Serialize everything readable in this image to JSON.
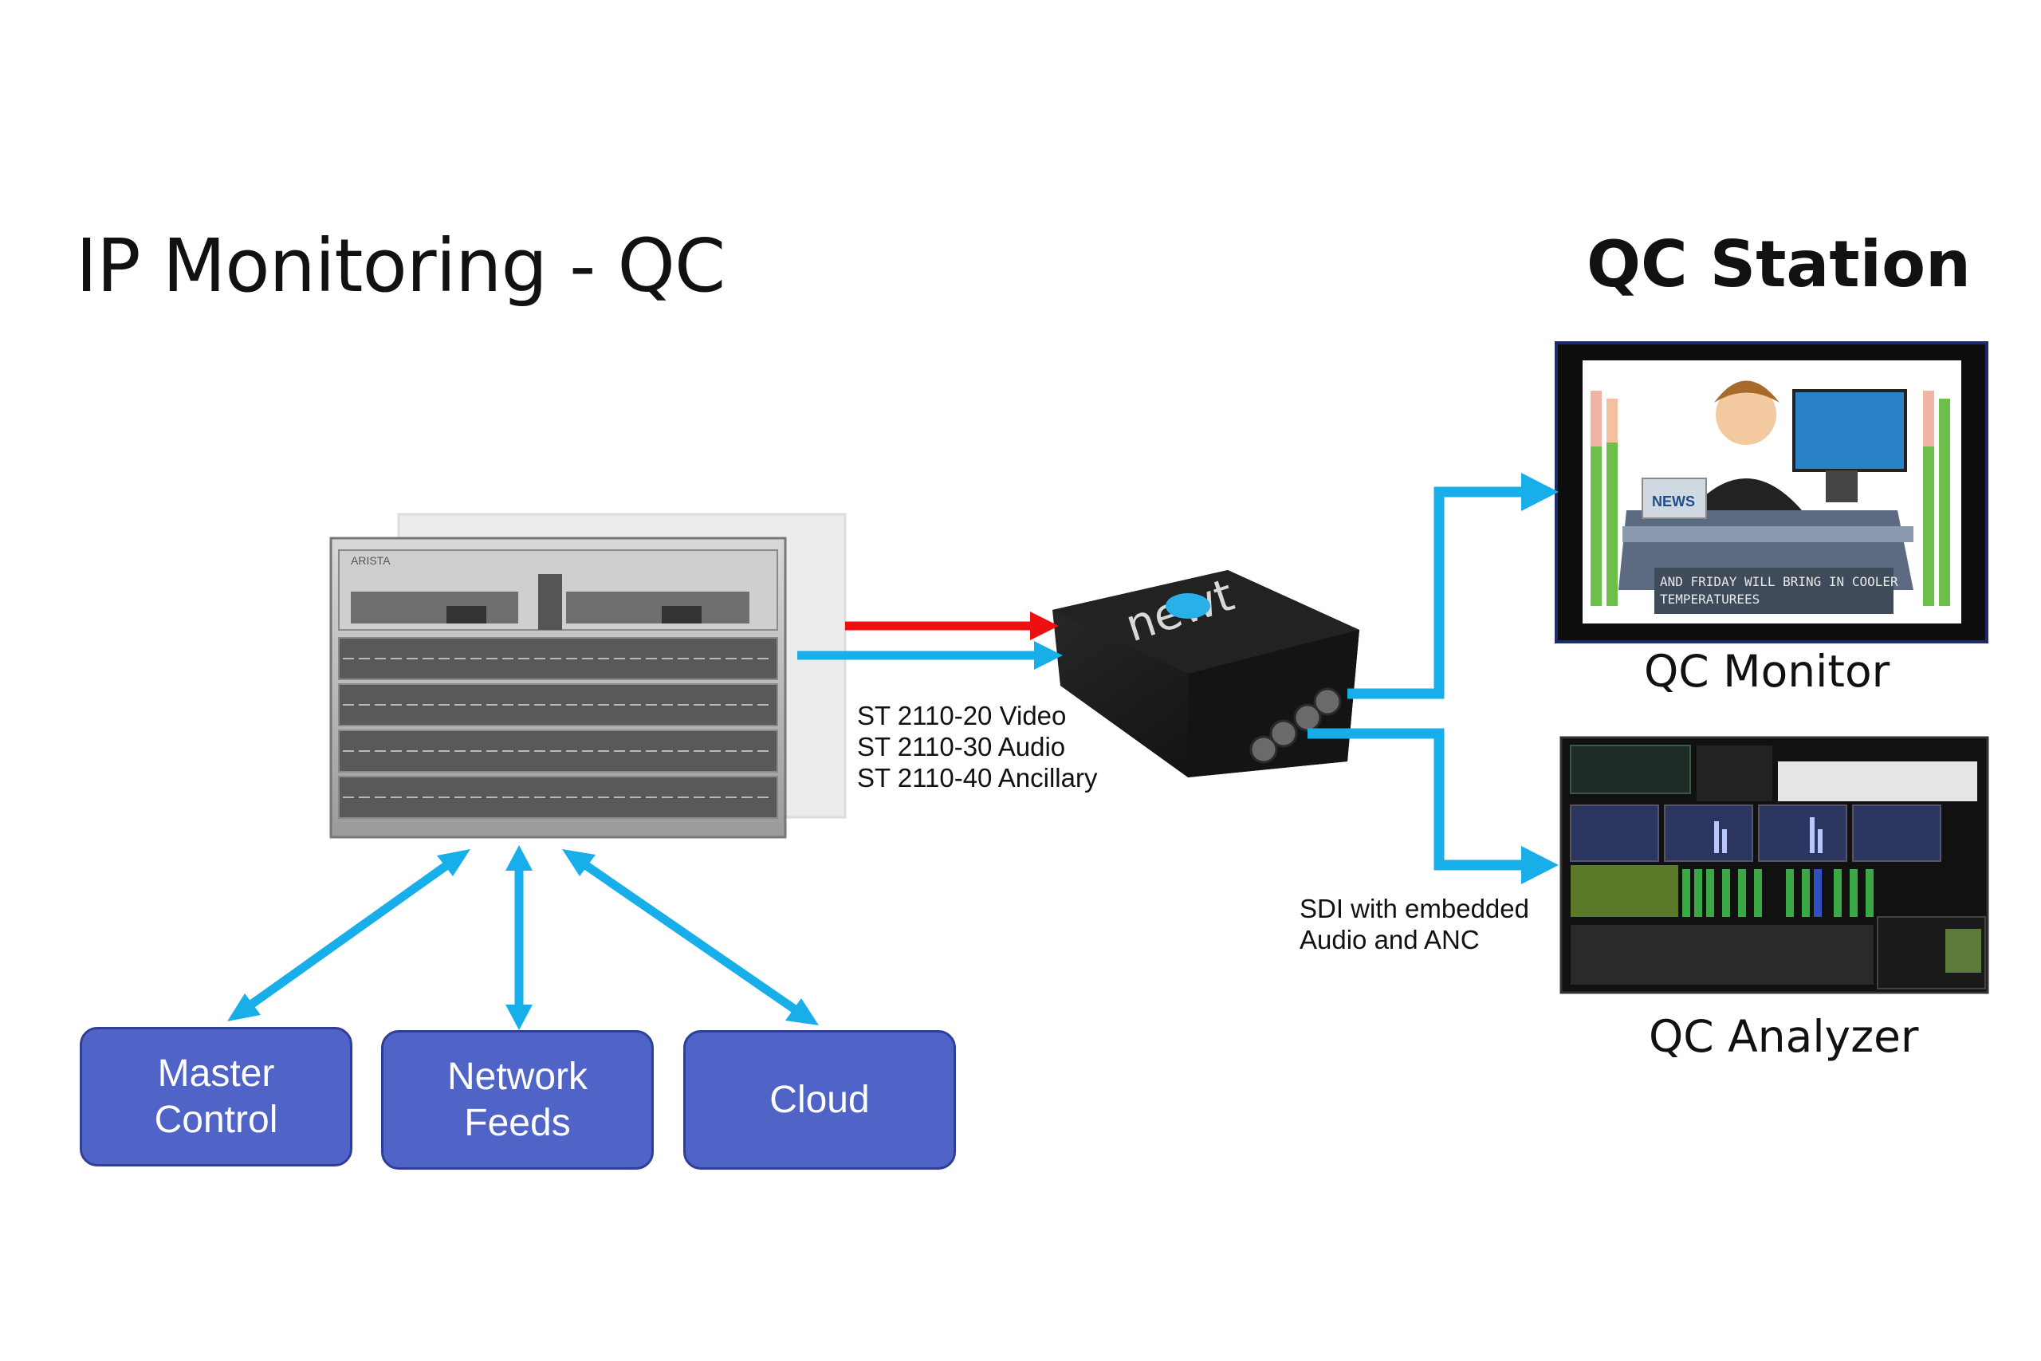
{
  "title": "IP Monitoring - QC",
  "station_title": "QC Station",
  "sources": [
    {
      "label": "Master\nControl"
    },
    {
      "label": "Network\nFeeds"
    },
    {
      "label": "Cloud"
    }
  ],
  "streams": [
    "ST 2110-20 Video",
    "ST 2110-30 Audio",
    "ST 2110-40 Ancillary"
  ],
  "sdi_label": "SDI with embedded\nAudio and ANC",
  "monitor_label": "QC Monitor",
  "analyzer_label": "QC Analyzer",
  "switch": {
    "brand": "ARISTA"
  },
  "converter": {
    "brand": "newt"
  },
  "monitor_screen": {
    "ticker": "AND FRIDAY WILL BRING IN COOLER\nTEMPERATUREES",
    "desk_sign": "NEWS"
  },
  "colors": {
    "arrow_blue": "#18aeea",
    "arrow_red": "#ee1010",
    "box_fill": "#5064c8",
    "box_border": "#2e3f9a"
  }
}
